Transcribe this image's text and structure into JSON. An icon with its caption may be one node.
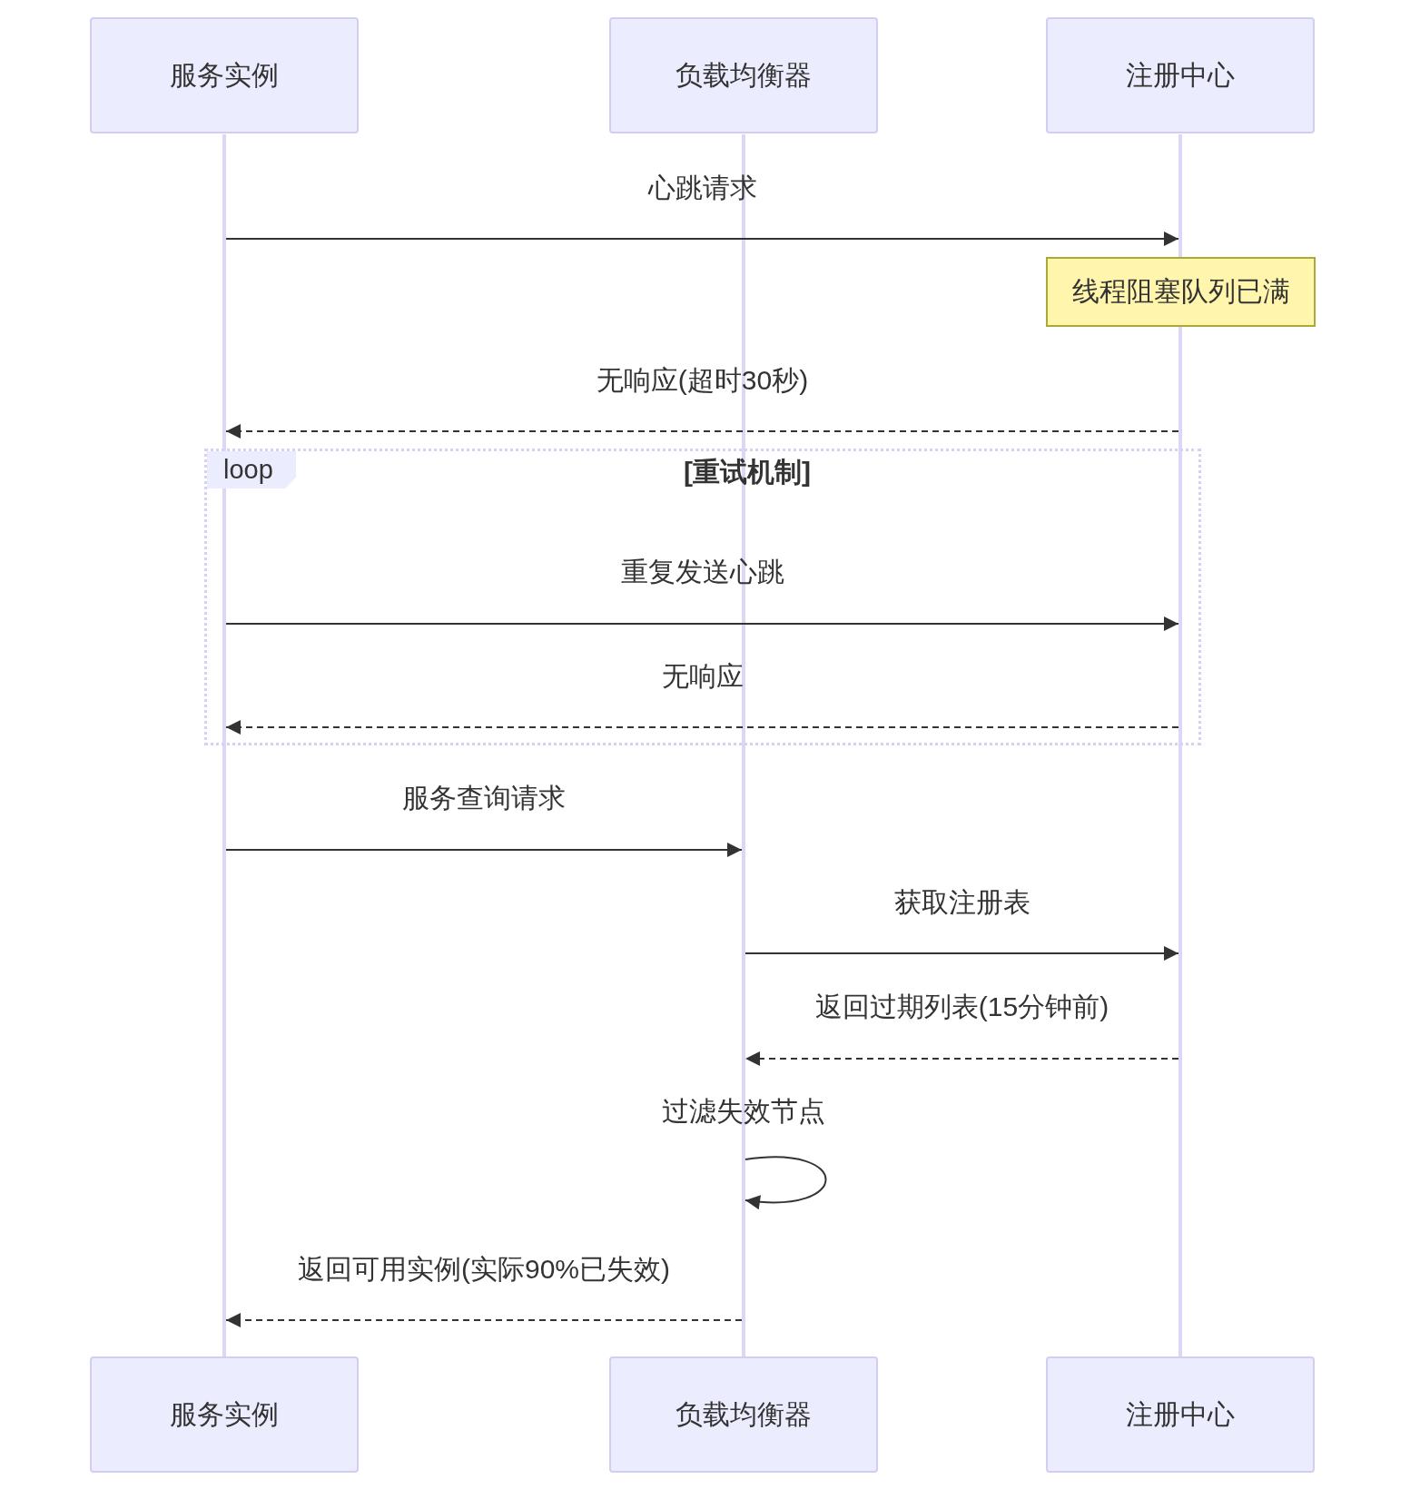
{
  "diagram": {
    "nodes": [
      {
        "text": [
          "服务实例"
        ]
      },
      {
        "text": [
          "负载均衡器"
        ]
      },
      {
        "text": [
          "注册中心"
        ]
      },
      {
        "text": [
          "线程阻塞队列已满"
        ]
      },
      {
        "text": [
          "服务实例"
        ]
      },
      {
        "text": [
          "负载均衡器"
        ]
      },
      {
        "text": [
          "注册中心"
        ]
      },
      {
        "text": [],
        "shape": "bar"
      },
      {
        "text": [],
        "shape": "bar"
      },
      {
        "text": [],
        "shape": "bar"
      },
      {
        "text": [],
        "shape": "bar"
      }
    ],
    "labels": [
      "loop",
      "[重试机制]"
    ],
    "edges": [
      {
        "from": 7,
        "to": 9,
        "arrow": "to",
        "label": "心跳请求"
      },
      {
        "from": 10,
        "to": 7,
        "arrow": "to",
        "label": "无响应(超时30秒)",
        "style": "dashed"
      },
      {
        "from": 7,
        "to": 10,
        "arrow": "to",
        "label": "重复发送心跳"
      },
      {
        "from": 10,
        "to": 7,
        "arrow": "to",
        "label": "无响应",
        "style": "dashed"
      },
      {
        "from": 7,
        "to": 8,
        "arrow": "to",
        "label": "服务查询请求"
      },
      {
        "from": 8,
        "to": 10,
        "arrow": "to",
        "label": "获取注册表"
      },
      {
        "from": 10,
        "to": 8,
        "arrow": "to",
        "label": "返回过期列表(15分钟前)",
        "style": "dashed"
      },
      {
        "from": 8,
        "to": 8,
        "arrow": "to",
        "label": "过滤失效节点"
      },
      {
        "from": 8,
        "to": 7,
        "arrow": "to",
        "label": "返回可用实例(实际90%已失效)",
        "style": "dashed"
      }
    ]
  }
}
